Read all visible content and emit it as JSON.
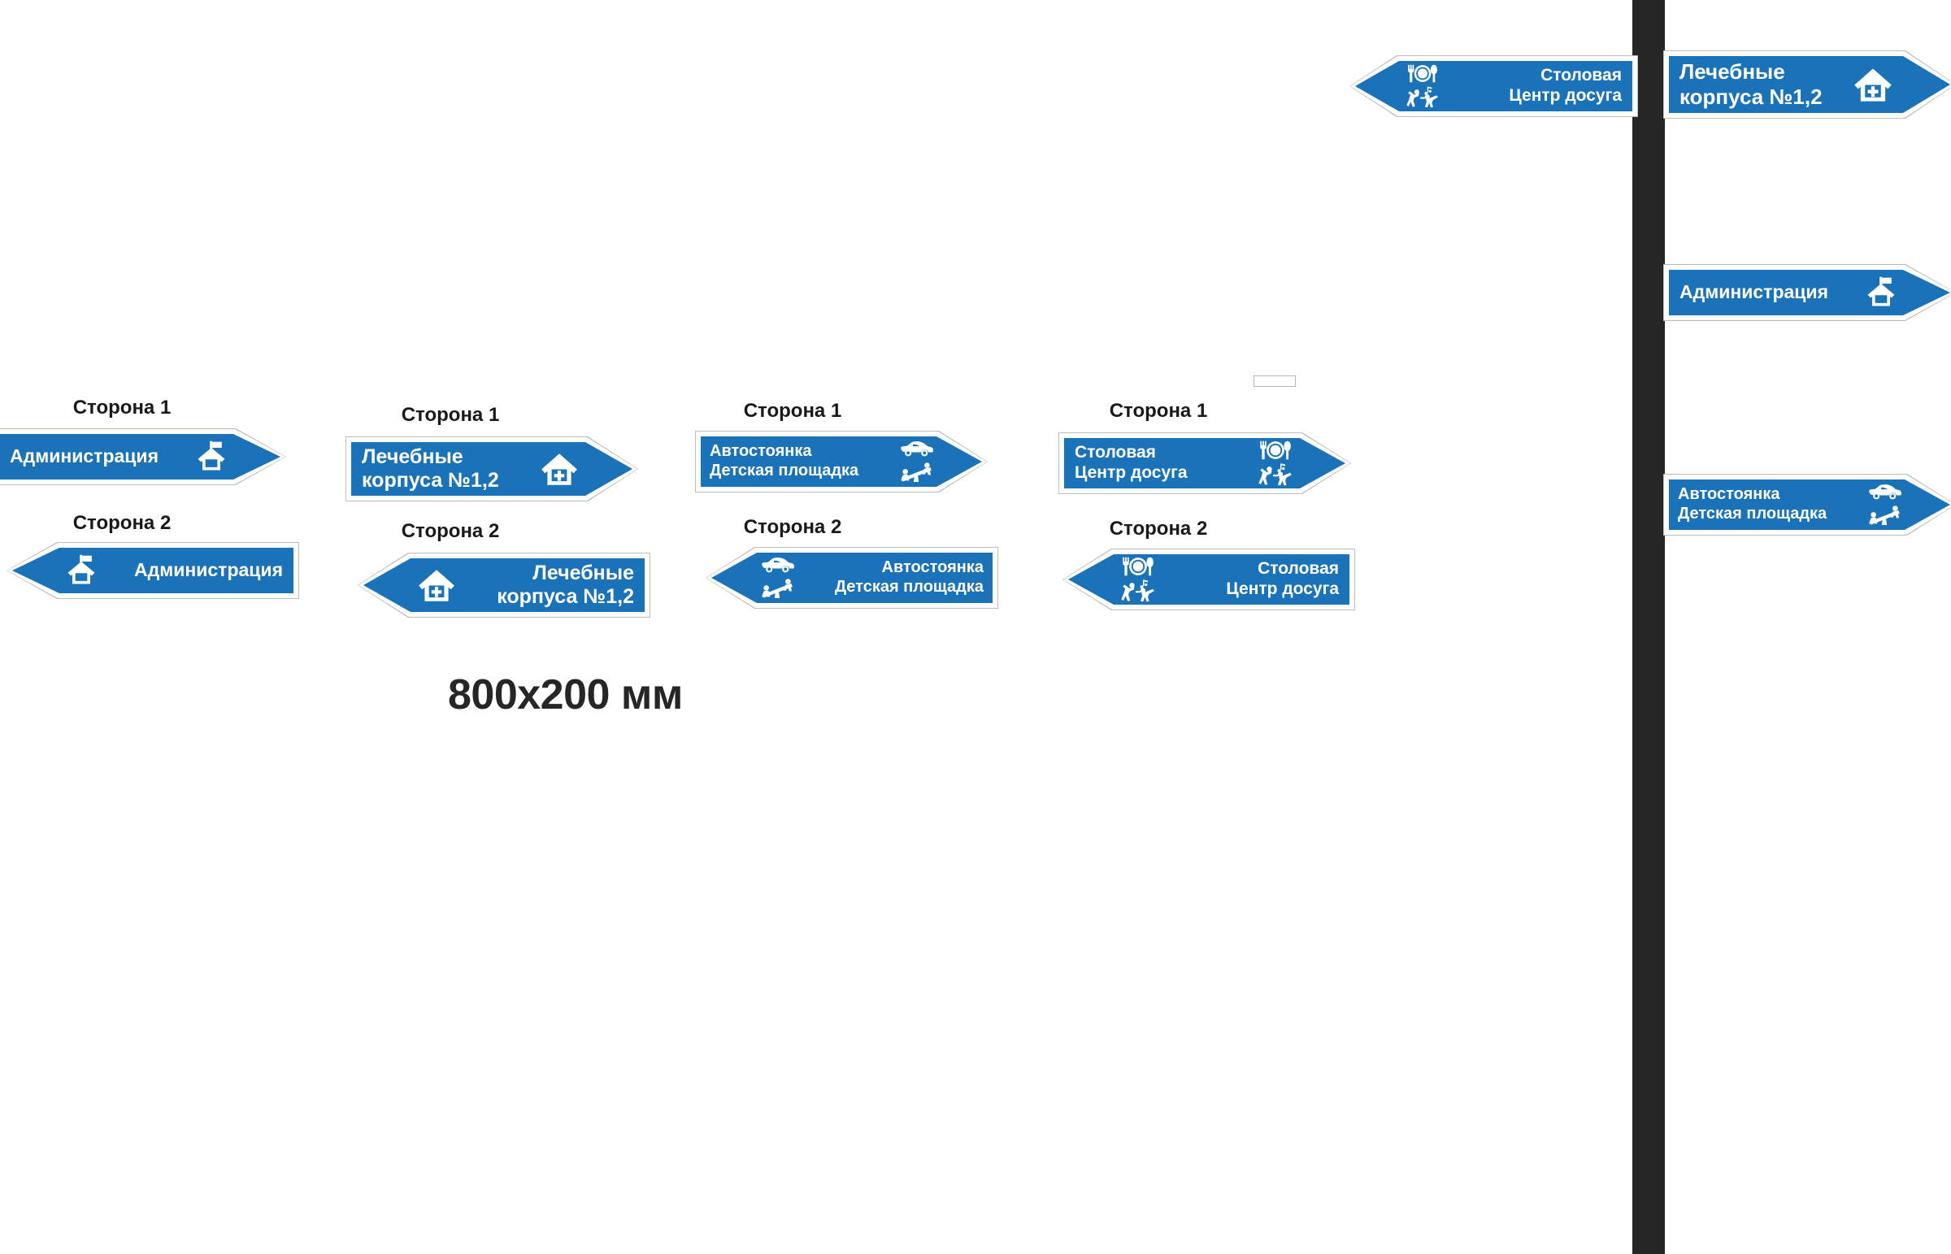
{
  "document": {
    "dimension_note": "800x200 мм",
    "side_1_caption": "Сторона 1",
    "side_2_caption": "Сторона 2",
    "colors": {
      "sign_blue": "#1a72b8",
      "sign_text": "#ffffff",
      "plate_white": "#fdfdfd",
      "plate_outline": "#bdbdbd",
      "caption_text": "#1a1a1a",
      "pole_dark": "#262626"
    }
  },
  "signs": {
    "administration": {
      "lines": [
        "Администрация"
      ],
      "icons": [
        "house-flag-icon"
      ]
    },
    "medical": {
      "lines": [
        "Лечебные",
        "корпуса №1,2"
      ],
      "icons": [
        "house-cross-icon"
      ]
    },
    "parking": {
      "lines": [
        "Автостоянка",
        "Детская площадка"
      ],
      "icons": [
        "car-icon",
        "seesaw-icon"
      ]
    },
    "canteen": {
      "lines": [
        "Столовая",
        "Центр досуга"
      ],
      "icons": [
        "cutlery-plate-icon",
        "dancing-people-icon"
      ]
    }
  },
  "layout_groups": [
    {
      "name": "group-administration",
      "side_1_caption": "Сторона 1",
      "side_2_caption": "Сторона 2",
      "sign": "administration"
    },
    {
      "name": "group-medical",
      "side_1_caption": "Сторона 1",
      "side_2_caption": "Сторона 2",
      "sign": "medical"
    },
    {
      "name": "group-parking",
      "side_1_caption": "Сторона 1",
      "side_2_caption": "Сторона 2",
      "sign": "parking"
    },
    {
      "name": "group-canteen",
      "side_1_caption": "Сторона 1",
      "side_2_caption": "Сторона 2",
      "sign": "canteen"
    }
  ],
  "pole_preview": {
    "left_signs": [
      {
        "lines": [
          "Столовая",
          "Центр досуга"
        ],
        "direction": "left"
      }
    ],
    "right_signs": [
      {
        "lines": [
          "Лечебные",
          "корпуса №1,2"
        ],
        "direction": "right"
      },
      {
        "lines": [
          "Администрация"
        ],
        "direction": "right"
      },
      {
        "lines": [
          "Автостоянка",
          "Детская площадка"
        ],
        "direction": "right"
      }
    ]
  }
}
